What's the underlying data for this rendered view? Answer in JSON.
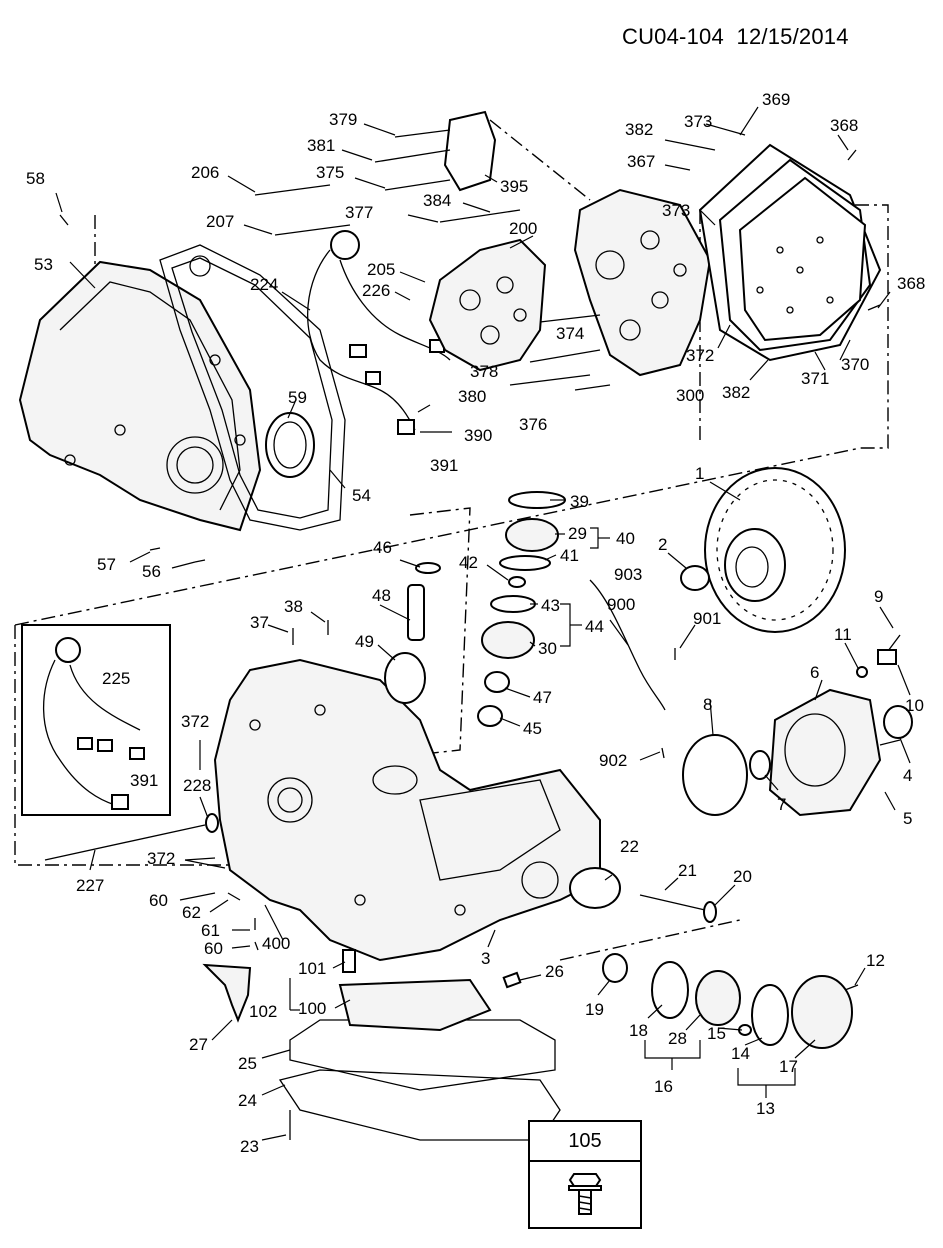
{
  "header": {
    "code": "CU04-104",
    "date": "12/15/2014"
  },
  "callouts": {
    "c1": "1",
    "c2": "2",
    "c3": "3",
    "c4": "4",
    "c5": "5",
    "c6": "6",
    "c7": "7",
    "c8": "8",
    "c9": "9",
    "c10": "10",
    "c11": "11",
    "c12": "12",
    "c13": "13",
    "c14": "14",
    "c15": "15",
    "c16": "16",
    "c17": "17",
    "c18": "18",
    "c19": "19",
    "c20": "20",
    "c21": "21",
    "c22": "22",
    "c23": "23",
    "c24": "24",
    "c25": "25",
    "c26": "26",
    "c27": "27",
    "c28": "28",
    "c29": "29",
    "c30": "30",
    "c39": "39",
    "c40": "40",
    "c41": "41",
    "c42": "42",
    "c43": "43",
    "c44": "44",
    "c45": "45",
    "c46": "46",
    "c47": "47",
    "c48": "48",
    "c49": "49",
    "c53": "53",
    "c54": "54",
    "c56": "56",
    "c57": "57",
    "c58": "58",
    "c59": "59",
    "c60a": "60",
    "c60b": "60",
    "c61": "61",
    "c62": "62",
    "c37": "37",
    "c38": "38",
    "c100": "100",
    "c101": "101",
    "c102": "102",
    "c105": "105",
    "c200": "200",
    "c205": "205",
    "c206": "206",
    "c207": "207",
    "c224": "224",
    "c225": "225",
    "c226": "226",
    "c227": "227",
    "c228": "228",
    "c300": "300",
    "c367": "367",
    "c368a": "368",
    "c368b": "368",
    "c369": "369",
    "c370": "370",
    "c371": "371",
    "c372a": "372",
    "c372b": "372",
    "c372c": "372",
    "c373a": "373",
    "c373b": "373",
    "c374": "374",
    "c375": "375",
    "c376": "376",
    "c377": "377",
    "c378": "378",
    "c379": "379",
    "c380": "380",
    "c381": "381",
    "c382a": "382",
    "c382b": "382",
    "c384": "384",
    "c390": "390",
    "c391a": "391",
    "c391b": "391",
    "c395": "395",
    "c400": "400",
    "c900": "900",
    "c901": "901",
    "c902": "902",
    "c903": "903"
  },
  "inset_box": {
    "label": "105",
    "icon": "bolt-icon"
  }
}
